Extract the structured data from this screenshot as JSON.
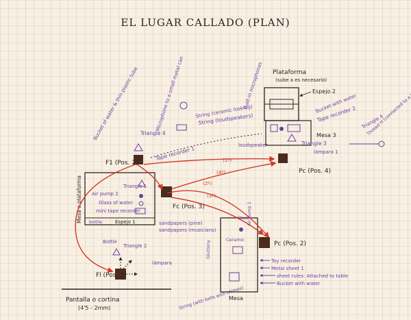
{
  "title": "EL LUGAR CALLADO (PLAN)",
  "colors": {
    "paper": "#f6f1e4",
    "grid": "#e3a58b",
    "ink_black": "#2a2420",
    "ink_purple": "#6a3ea1",
    "ink_red": "#d23a2e",
    "ink_brown": "#4a2b1d"
  },
  "labels": {
    "plataforma": "Plataforma",
    "plataforma_sub": "(sube a es necesario)",
    "espejo2": "Espejo 2",
    "mesa3": "Mesa 3",
    "bucket_water": "Bucket with water",
    "tape_recorder2": "Tape recorder 2",
    "triangle3": "Triangle 3",
    "lampara1_right": "lámpara 1",
    "loudspeaker_right": "loudspeaker",
    "pc_pos4": "Pc (Pos. 4)",
    "triangle4": "Triangle 4",
    "string_ceramic": "String (ceramic looking)",
    "string_loudspeakers": "String (loudspeakers)",
    "tape_recorder1": "Tape recorder 1",
    "f1_pos2": "F1 (Pos. 2)",
    "fc_pos3": "Fc (Pos. 3)",
    "mesa_o_plataforma": "Mesa o plataforma",
    "air_pump2": "Air pump 2",
    "glass_of_water": "Glass of water",
    "mini_tape_recorder": "mini tape recorder",
    "triangle1": "Triangle 1",
    "bottle": "bottle",
    "espejo1": "Espejo 1",
    "sandpaper": "sandpapers (pine)",
    "sandpapers2": "sandpapers (musicians)",
    "triangle2": "Triangle 2",
    "bottle2": "Bottle",
    "lampara_low": "lámpara",
    "fl_pos1": "Fl (Pos. 1)",
    "pantalla": "Pantalla o cortina",
    "pantalla_sub": "(4'5 - 2mm)",
    "string_mobile": "String (with bells with chimes)",
    "mesa_low": "Mesa",
    "pc_pos2": "Pc (Pos. 2)",
    "toy_recorder": "Toy recorder",
    "metallic_sheet": "Metal sheet 1",
    "sheet_rules": "sheet rules: Attached to table",
    "bucket_water2": "Bucket with water",
    "air_pump1": "Air pump 1",
    "glass": "Glass",
    "ceramic": "Ceramic",
    "gluttony": "Gluttony",
    "bucket_paper": "Bucket of water & thin plastic tube",
    "mixer_small": "Microphone to a small metal can",
    "built_in": "Built-in microphones",
    "thread": "Thread H (connected to a large can)",
    "red1": "(1º)",
    "red2": "(2º)",
    "red3": "(3º)",
    "red4": "(4º)"
  }
}
